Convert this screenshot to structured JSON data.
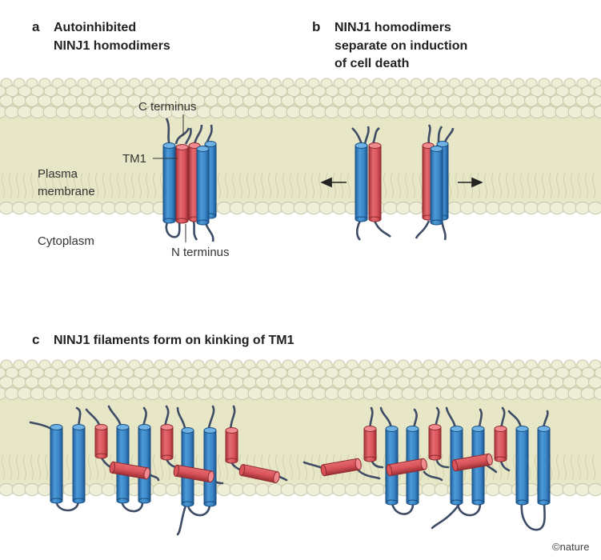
{
  "panels": {
    "a": {
      "letter": "a",
      "title_line1": "Autoinhibited",
      "title_line2": "NINJ1 homodimers"
    },
    "b": {
      "letter": "b",
      "title_line1": "NINJ1 homodimers",
      "title_line2": "separate on induction",
      "title_line3": "of cell death"
    },
    "c": {
      "letter": "c",
      "title": "NINJ1 filaments form on kinking of TM1"
    }
  },
  "labels": {
    "c_terminus": "C terminus",
    "tm1": "TM1",
    "plasma": "Plasma",
    "membrane": "membrane",
    "cytoplasm": "Cytoplasm",
    "n_terminus": "N terminus"
  },
  "credit": "©nature",
  "colors": {
    "helix_blue": "#3a86c8",
    "helix_red": "#d9545a",
    "membrane_core": "#e6e5c4",
    "head_fill": "#eeeed8",
    "head_stroke": "#c7c7a8",
    "loop": "#3e4c66"
  }
}
